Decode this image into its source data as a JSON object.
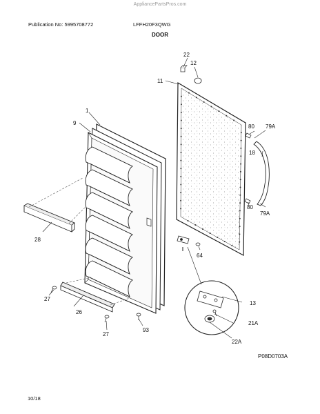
{
  "header": {
    "watermark": "AppliancePartsPros.com",
    "publication": "Publication No: 5995708772",
    "model": "LFFH20F3QWG",
    "section_title": "DOOR"
  },
  "footer": {
    "diagram_code": "P08D0703A",
    "page": "10/18"
  },
  "callouts": {
    "c1": "1",
    "c9": "9",
    "c11": "11",
    "c12": "12",
    "c13": "13",
    "c18": "18",
    "c21a": "21A",
    "c22": "22",
    "c22a": "22A",
    "c26": "26",
    "c27a": "27",
    "c27b": "27",
    "c28": "28",
    "c64": "64",
    "c79a_top": "79A",
    "c79a_bottom": "79A",
    "c80_top": "80",
    "c80_bottom": "80",
    "c93": "93"
  }
}
